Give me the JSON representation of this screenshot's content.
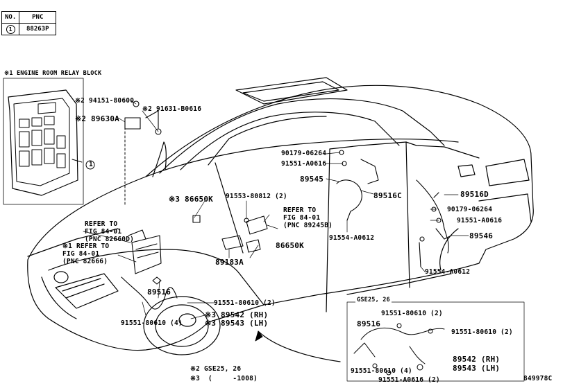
{
  "pnc_table": {
    "header_no": "NO.",
    "header_pnc": "PNC",
    "rows": [
      {
        "no": "1",
        "pnc": "88263P"
      }
    ]
  },
  "labels": {
    "engine_room_relay_block": "※1 ENGINE ROOM RELAY BLOCK",
    "p_94151_80600": "※2 94151-80600",
    "p_91631_b0616": "※2 91631-B0616",
    "p_89630a": "※2 89630A",
    "callout_1": "1",
    "p_86650k_top": "※3 86650K",
    "refer_fig_84_01_a": "REFER TO\nFIG 84-01\n(PNC 82660D)",
    "refer_fig_84_01_b": "※1 REFER TO\nFIG 84-01\n(PNC 82666)",
    "p_91553_80812": "91553-80812 (2)",
    "refer_fig_84_01_c": "REFER TO\nFIG 84-01\n(PNC 89245B)",
    "p_86650k_mid": "86650K",
    "p_89183a": "89183A",
    "p_89516_front": "89516",
    "p_91551_80610_4": "91551-80610 (4)",
    "p_91551_80610_2": "91551-80610 (2)",
    "p_89542_rh": "※3 89542 (RH)",
    "p_89543_lh": "※3 89543 (LH)",
    "p_90179_06264_a": "90179-06264",
    "p_91551_a0616_a": "91551-A0616",
    "p_89545": "89545",
    "p_89516c": "89516C",
    "p_91554_a0612_a": "91554-A0612",
    "p_89516d": "89516D",
    "p_90179_06264_b": "90179-06264",
    "p_91551_a0616_b": "91551-A0616",
    "p_89546": "89546",
    "p_91554_a0612_b": "91554-A0612",
    "gse_box_title": "GSE25, 26",
    "box_91551_80610_2_top": "91551-80610 (2)",
    "box_89516": "89516",
    "box_91551_80610_2_right": "91551-80610 (2)",
    "box_89542_rh": "89542 (RH)",
    "box_89543_lh": "89543 (LH)",
    "box_91551_80610_4": "91551-80610 (4)",
    "box_91551_a0616_2": "91551-A0616 (2)",
    "note_2": "※2  GSE25, 26",
    "note_3": "※3  (     -1008)",
    "figure_code": "849978C"
  },
  "colors": {
    "line": "#000000",
    "background": "#ffffff"
  }
}
